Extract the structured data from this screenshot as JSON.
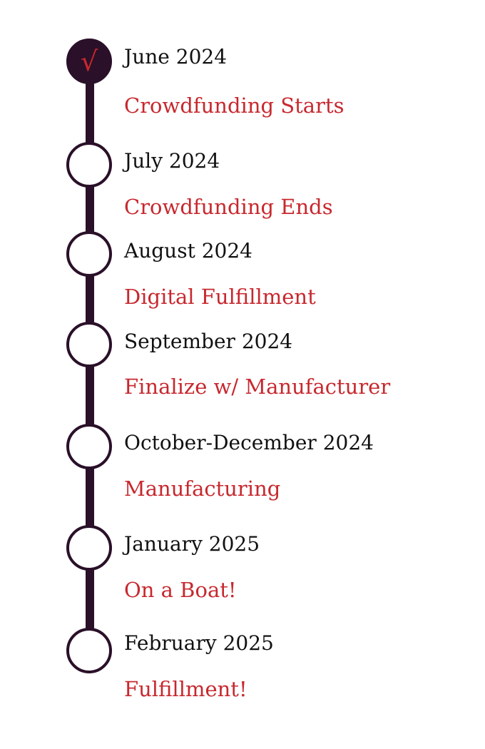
{
  "colors": {
    "line": "#2a1028",
    "accent": "#c7282e"
  },
  "milestones": [
    {
      "date": "June 2024",
      "label": "Crowdfunding Starts",
      "done": true,
      "check": "√"
    },
    {
      "date": "July 2024",
      "label": "Crowdfunding Ends",
      "done": false
    },
    {
      "date": "August 2024",
      "label": "Digital Fulfillment",
      "done": false
    },
    {
      "date": "September 2024",
      "label": "Finalize w/ Manufacturer",
      "done": false
    },
    {
      "date": "October-December 2024",
      "label": "Manufacturing",
      "done": false
    },
    {
      "date": "January 2025",
      "label": "On a Boat!",
      "done": false
    },
    {
      "date": "February 2025",
      "label": "Fulfillment!",
      "done": false
    }
  ]
}
